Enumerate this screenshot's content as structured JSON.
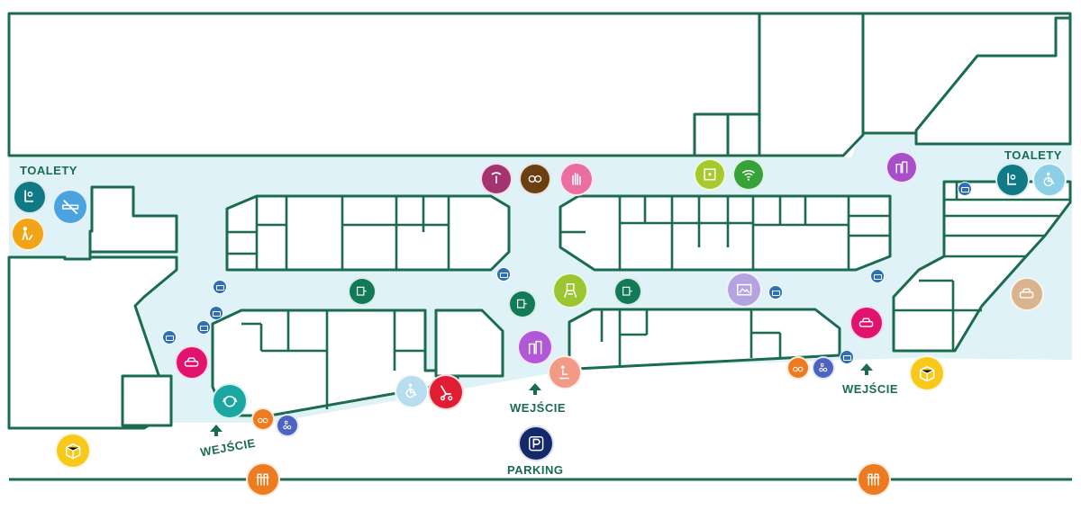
{
  "labels": {
    "toilets_left": "TOALETY",
    "toilets_right": "TOALETY",
    "entrance_left": "WEJŚCIE",
    "entrance_center": "WEJŚCIE",
    "entrance_right": "WEJŚCIE",
    "parking": "PARKING"
  },
  "colors": {
    "wall": "#1a6b4f",
    "corridor": "#dff2f7",
    "atm": "#2f6fb5"
  },
  "pois": [
    {
      "name": "baby-changing-icon",
      "color": "#0f7a86"
    },
    {
      "name": "no-smoking-icon",
      "color": "#4aa3df"
    },
    {
      "name": "family-room-icon",
      "color": "#f2a418"
    },
    {
      "name": "info-point-icon",
      "color": "#a4346f"
    },
    {
      "name": "pet-friendly-icon",
      "color": "#6b3f12"
    },
    {
      "name": "hand-icon",
      "color": "#e96fa0"
    },
    {
      "name": "safe-icon",
      "color": "#a6ca2e"
    },
    {
      "name": "wifi-icon",
      "color": "#37a23a"
    },
    {
      "name": "kids-play-icon",
      "color": "#a64fc9"
    },
    {
      "name": "toilet-icon",
      "color": "#0f7a86"
    },
    {
      "name": "wheelchair-icon",
      "color": "#8ccfe6"
    },
    {
      "name": "taxi-icon",
      "color": "#d9b48f"
    },
    {
      "name": "atm-lounge-icon",
      "color": "#127a56"
    },
    {
      "name": "baby-chair-icon",
      "color": "#9bc531"
    },
    {
      "name": "photo-icon",
      "color": "#b3a3e0"
    },
    {
      "name": "car-wash-icon",
      "color": "#e0136f"
    },
    {
      "name": "dog-icon",
      "color": "#1aa7a2"
    },
    {
      "name": "bike-icon",
      "color": "#ed7b1f"
    },
    {
      "name": "bike-parking-icon",
      "color": "#4c63c1"
    },
    {
      "name": "wheelchair-rental-icon",
      "color": "#b7ddef"
    },
    {
      "name": "stroller-icon",
      "color": "#e01d32"
    },
    {
      "name": "kids-zone-icon",
      "color": "#b058d6"
    },
    {
      "name": "reading-icon",
      "color": "#f29a86"
    },
    {
      "name": "parking-icon",
      "color": "#13296b"
    },
    {
      "name": "parcel-locker-icon",
      "color": "#f7c91b"
    },
    {
      "name": "bus-stop-icon",
      "color": "#ed7b1f"
    }
  ]
}
